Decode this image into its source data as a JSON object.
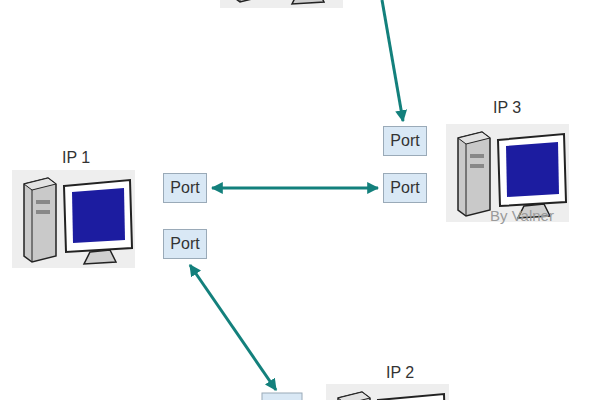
{
  "diagram": {
    "nodes": [
      {
        "text": [
          "Port"
        ]
      },
      {
        "text": [
          "Port"
        ]
      },
      {
        "text": [
          "Port"
        ]
      },
      {
        "text": [
          "Port"
        ]
      }
    ],
    "edges": [
      {
        "from": 1,
        "to": 2,
        "arrow": "both"
      }
    ],
    "labels": [
      "IP 3",
      "IP 1",
      "IP 2",
      "By Valner"
    ]
  }
}
